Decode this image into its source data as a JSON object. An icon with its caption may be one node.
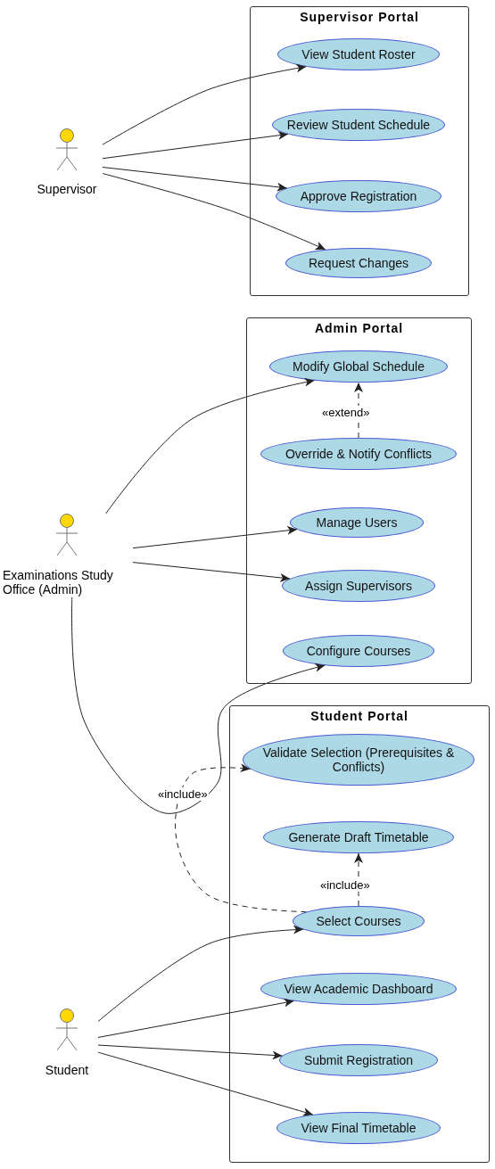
{
  "diagram": {
    "nodes": [
      {
        "text": [
          "Supervisor Portal"
        ]
      },
      {
        "text": [
          "View Student Roster"
        ],
        "in": 0
      },
      {
        "text": [
          "Review Student Schedule"
        ],
        "in": 0
      },
      {
        "text": [
          "Approve Registration"
        ],
        "in": 0
      },
      {
        "text": [
          "Request Changes"
        ],
        "in": 0
      },
      {
        "text": [
          "Supervisor"
        ]
      },
      {
        "text": [
          "Admin Portal"
        ]
      },
      {
        "text": [
          "Modify Global Schedule"
        ],
        "in": 6
      },
      {
        "text": [
          "Override & Notify Conflicts"
        ],
        "in": 6
      },
      {
        "text": [
          "Manage Users"
        ],
        "in": 6
      },
      {
        "text": [
          "Assign Supervisors"
        ],
        "in": 6
      },
      {
        "text": [
          "Configure Courses"
        ],
        "in": 6
      },
      {
        "text": [
          "Examinations Study Office (Admin)"
        ]
      },
      {
        "text": [
          "Student Portal"
        ]
      },
      {
        "text": [
          "Validate Selection (Prerequisites & Conflicts)"
        ],
        "in": 13
      },
      {
        "text": [
          "Generate Draft Timetable"
        ],
        "in": 13
      },
      {
        "text": [
          "Select Courses"
        ],
        "in": 13
      },
      {
        "text": [
          "View Academic Dashboard"
        ],
        "in": 13
      },
      {
        "text": [
          "Submit Registration"
        ],
        "in": 13
      },
      {
        "text": [
          "View Final Timetable"
        ],
        "in": 13
      },
      {
        "text": [
          "Student"
        ]
      }
    ],
    "edges": [
      {
        "from": 5,
        "to": 1,
        "arrow": "to"
      },
      {
        "from": 5,
        "to": 2,
        "arrow": "to"
      },
      {
        "from": 5,
        "to": 3,
        "arrow": "to"
      },
      {
        "from": 5,
        "to": 4,
        "arrow": "to"
      },
      {
        "from": 12,
        "to": 7,
        "arrow": "to"
      },
      {
        "from": 12,
        "to": 9,
        "arrow": "to"
      },
      {
        "from": 12,
        "to": 10,
        "arrow": "to"
      },
      {
        "from": 12,
        "to": 11,
        "arrow": "to"
      },
      {
        "from": 8,
        "to": 7,
        "arrow": "to",
        "label": "«extend»",
        "style": "dashed"
      },
      {
        "from": 20,
        "to": 16,
        "arrow": "to"
      },
      {
        "from": 20,
        "to": 17,
        "arrow": "to"
      },
      {
        "from": 20,
        "to": 18,
        "arrow": "to"
      },
      {
        "from": 20,
        "to": 19,
        "arrow": "to"
      },
      {
        "from": 16,
        "to": 15,
        "arrow": "to",
        "label": "«include»",
        "style": "dashed"
      },
      {
        "from": 16,
        "to": 14,
        "arrow": "to",
        "label": "«include»",
        "style": "dashed"
      }
    ]
  }
}
